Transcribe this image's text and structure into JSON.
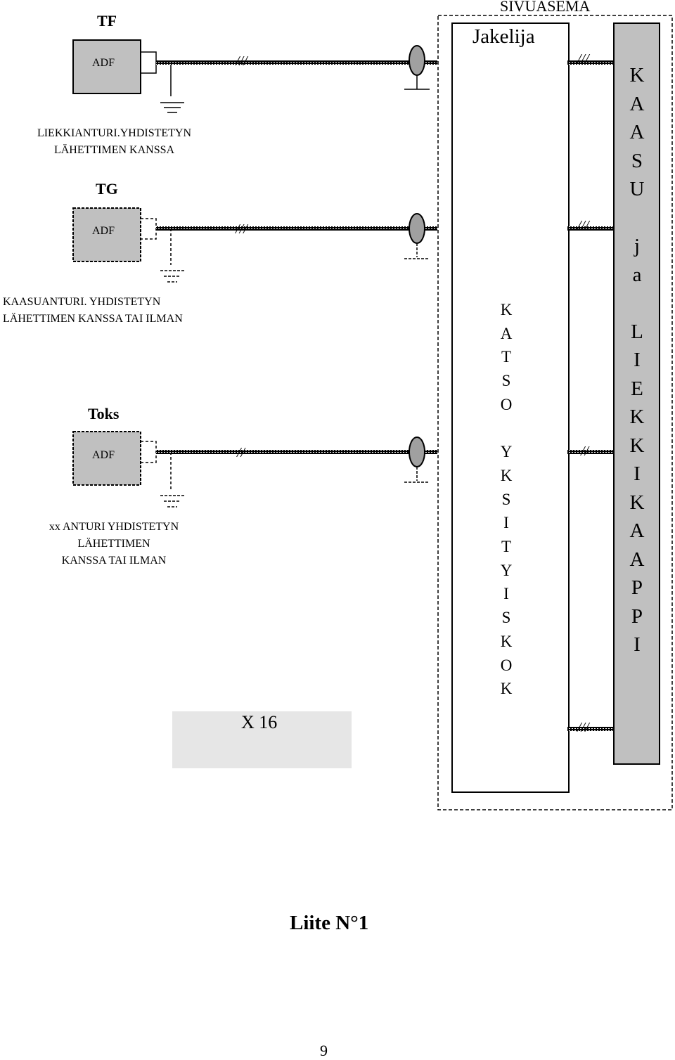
{
  "sensors": [
    {
      "title": "TF",
      "box_label": "ADF",
      "caption_lines": [
        "LIEKKIANTURI.YHDISTETYN",
        "LÄHETTIMEN KANSSA"
      ],
      "line_mark": "///"
    },
    {
      "title": "TG",
      "box_label": "ADF",
      "caption_lines": [
        "KAASUANTURI. YHDISTETYN",
        "LÄHETTIMEN KANSSA TAI ILMAN"
      ],
      "line_mark": "///"
    },
    {
      "title": "Toks",
      "box_label": "ADF",
      "caption_lines": [
        "xx  ANTURI  YHDISTETYN",
        "LÄHETTIMEN",
        "KANSSA TAI ILMAN"
      ],
      "line_mark": "//"
    }
  ],
  "station": {
    "title": "SIVUASEMA",
    "distributor": "Jakelija",
    "box_letters": [
      "K",
      "A",
      "T",
      "S",
      "O",
      "",
      "Y",
      "K",
      "S",
      "I",
      "T",
      "Y",
      "I",
      "S",
      "K",
      "O",
      "K"
    ],
    "panel_letters": [
      "K",
      "A",
      "A",
      "S",
      "U",
      "",
      "j",
      "a",
      "",
      "L",
      "I",
      "E",
      "K",
      "K",
      "I",
      "K",
      "A",
      "A",
      "P",
      "P",
      "I"
    ],
    "right_marks": [
      "///",
      "///",
      "//",
      "///"
    ]
  },
  "multiplier": "X 16",
  "appendix": "Liite N°1",
  "page_number": "9"
}
